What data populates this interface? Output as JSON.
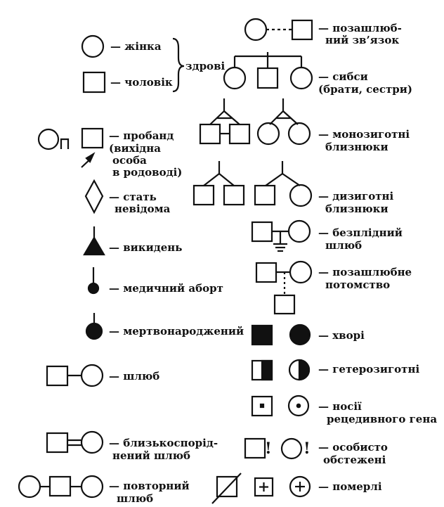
{
  "labels": {
    "female": "— жінка",
    "male": "— чоловік",
    "healthy": "здрові",
    "proband_1": "— пробанд",
    "proband_2": "(вихідна",
    "proband_3": "особа",
    "proband_4": "в родоводі)",
    "sex_unknown_1": "— стать",
    "sex_unknown_2": "невідома",
    "miscarriage": "— викидень",
    "abortion": "— медичний аборт",
    "stillborn": "— мертвонароджений",
    "marriage": "— шлюб",
    "consanguineous_1": "— близькоспорід-",
    "consanguineous_2": "нений шлюб",
    "remarriage_1": "— повторний",
    "remarriage_2": "шлюб",
    "extramarital_link_1": "— позашлюб-",
    "extramarital_link_2": "ний зв’язок",
    "siblings_1": "— сибси",
    "siblings_2": "(брати, сестри)",
    "monozygotic_1": "— монозиготні",
    "monozygotic_2": "близнюки",
    "dizygotic_1": "— дизиготні",
    "dizygotic_2": "близнюки",
    "childless_1": "— безплідний",
    "childless_2": "шлюб",
    "extramarital_offspring_1": "— позашлюбне",
    "extramarital_offspring_2": "потомство",
    "affected": "— хворі",
    "heterozygous": "— гетерозиготні",
    "carrier_1": "— носії",
    "carrier_2": "рецедивного гена",
    "examined_1": "— особисто",
    "examined_2": "обстежені",
    "deceased": "— померлі",
    "examined_mark": "!"
  }
}
